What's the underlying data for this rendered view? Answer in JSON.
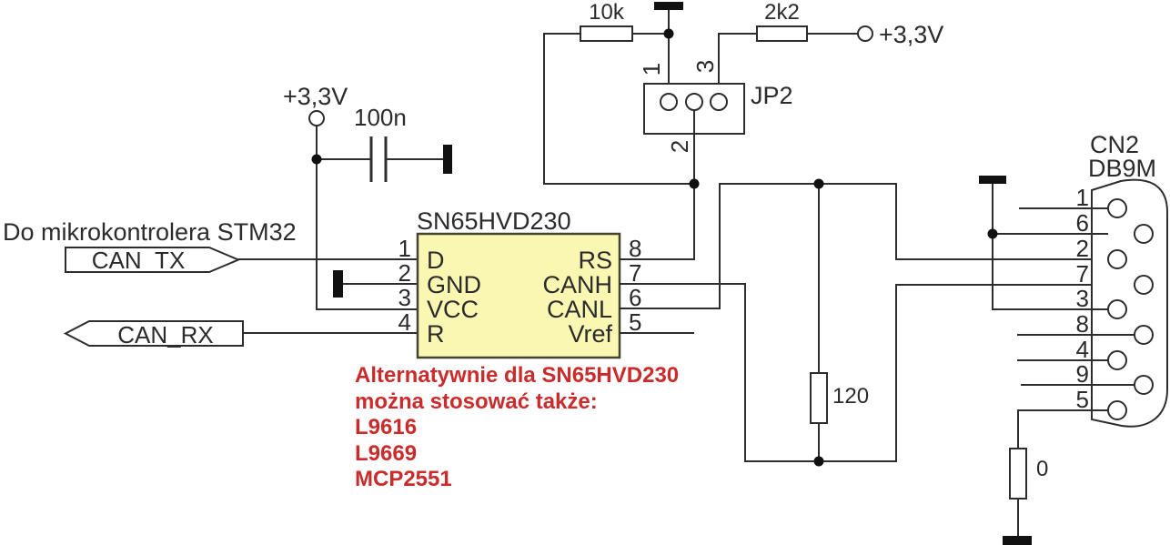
{
  "title_note": "Do mikrokontrolera STM32",
  "power": {
    "left": "+3,3V",
    "right": "+3,3V"
  },
  "components": {
    "c1": "100n",
    "r1": "10k",
    "r2": "2k2",
    "r_term": "120",
    "r_zero": "0"
  },
  "signals": {
    "tx": "CAN_TX",
    "rx": "CAN_RX"
  },
  "ic": {
    "title": "SN65HVD230",
    "pins_left": [
      {
        "num": "1",
        "name": "D"
      },
      {
        "num": "2",
        "name": "GND"
      },
      {
        "num": "3",
        "name": "VCC"
      },
      {
        "num": "4",
        "name": "R"
      }
    ],
    "pins_right": [
      {
        "num": "8",
        "name": "RS"
      },
      {
        "num": "7",
        "name": "CANH"
      },
      {
        "num": "6",
        "name": "CANL"
      },
      {
        "num": "5",
        "name": "Vref"
      }
    ]
  },
  "jumper": {
    "label": "JP2",
    "pins": [
      "1",
      "2",
      "3"
    ]
  },
  "connector": {
    "ref": "CN2",
    "type": "DB9M",
    "pins": [
      "1",
      "6",
      "2",
      "7",
      "3",
      "8",
      "4",
      "9",
      "5"
    ]
  },
  "note": {
    "lines": [
      "Alternatywnie dla SN65HVD230",
      "można stosować także:",
      "L9616",
      "L9669",
      "MCP2551"
    ]
  },
  "colors": {
    "ic_fill": "#faf7b3",
    "note_red": "#cc2b2b",
    "wire": "#2d2d2d"
  }
}
